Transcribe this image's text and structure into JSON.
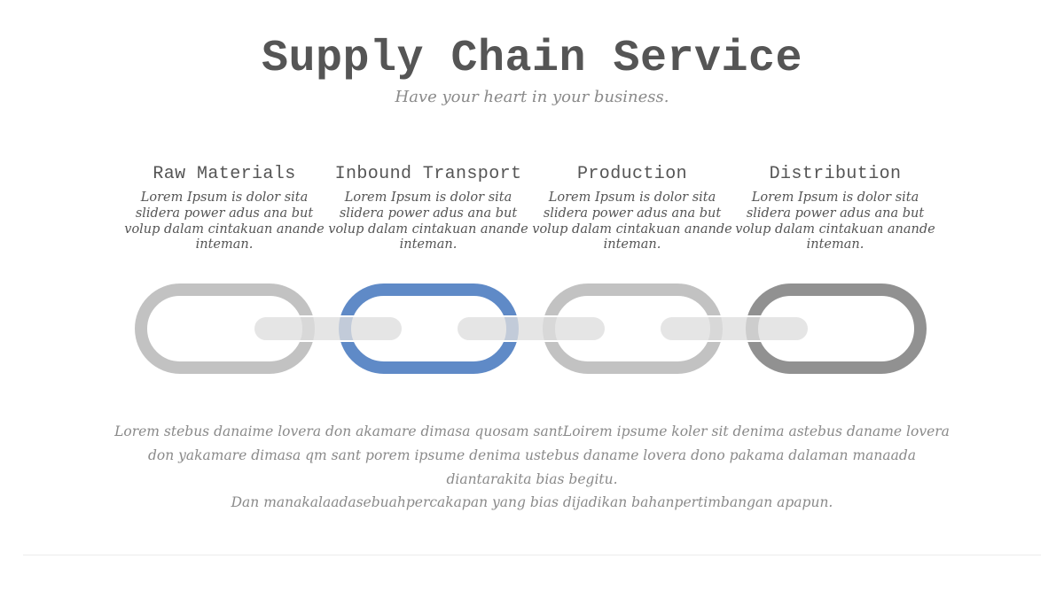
{
  "header": {
    "title": "Supply Chain Service",
    "subtitle": "Have your heart in your business."
  },
  "steps": [
    {
      "title": "Raw Materials",
      "description": "Lorem Ipsum is dolor sita slidera power adus ana but volup dalam cintakuan anande inteman.",
      "color": "#c2c2c2"
    },
    {
      "title": "Inbound Transport",
      "description": "Lorem Ipsum is dolor sita slidera power adus ana but volup dalam cintakuan anande inteman.",
      "color": "#5f8ac7"
    },
    {
      "title": "Production",
      "description": "Lorem Ipsum is dolor sita slidera power adus ana but volup dalam cintakuan anande inteman.",
      "color": "#c2c2c2"
    },
    {
      "title": "Distribution",
      "description": "Lorem Ipsum is dolor sita slidera power adus ana but volup dalam cintakuan anande inteman.",
      "color": "#919191"
    }
  ],
  "connector_color": "#dedede",
  "footer": {
    "paragraph_1": "Lorem stebus danaime lovera don akamare dimasa quosam santLoirem ipsume koler sit denima astebus daname lovera don yakamare dimasa qm sant porem ipsume denima ustebus daname lovera dono pakama dalaman manaada diantarakita bias begitu.",
    "paragraph_2": "Dan manakalaadasebuahpercakapan yang bias dijadikan bahanpertimbangan apapun."
  }
}
